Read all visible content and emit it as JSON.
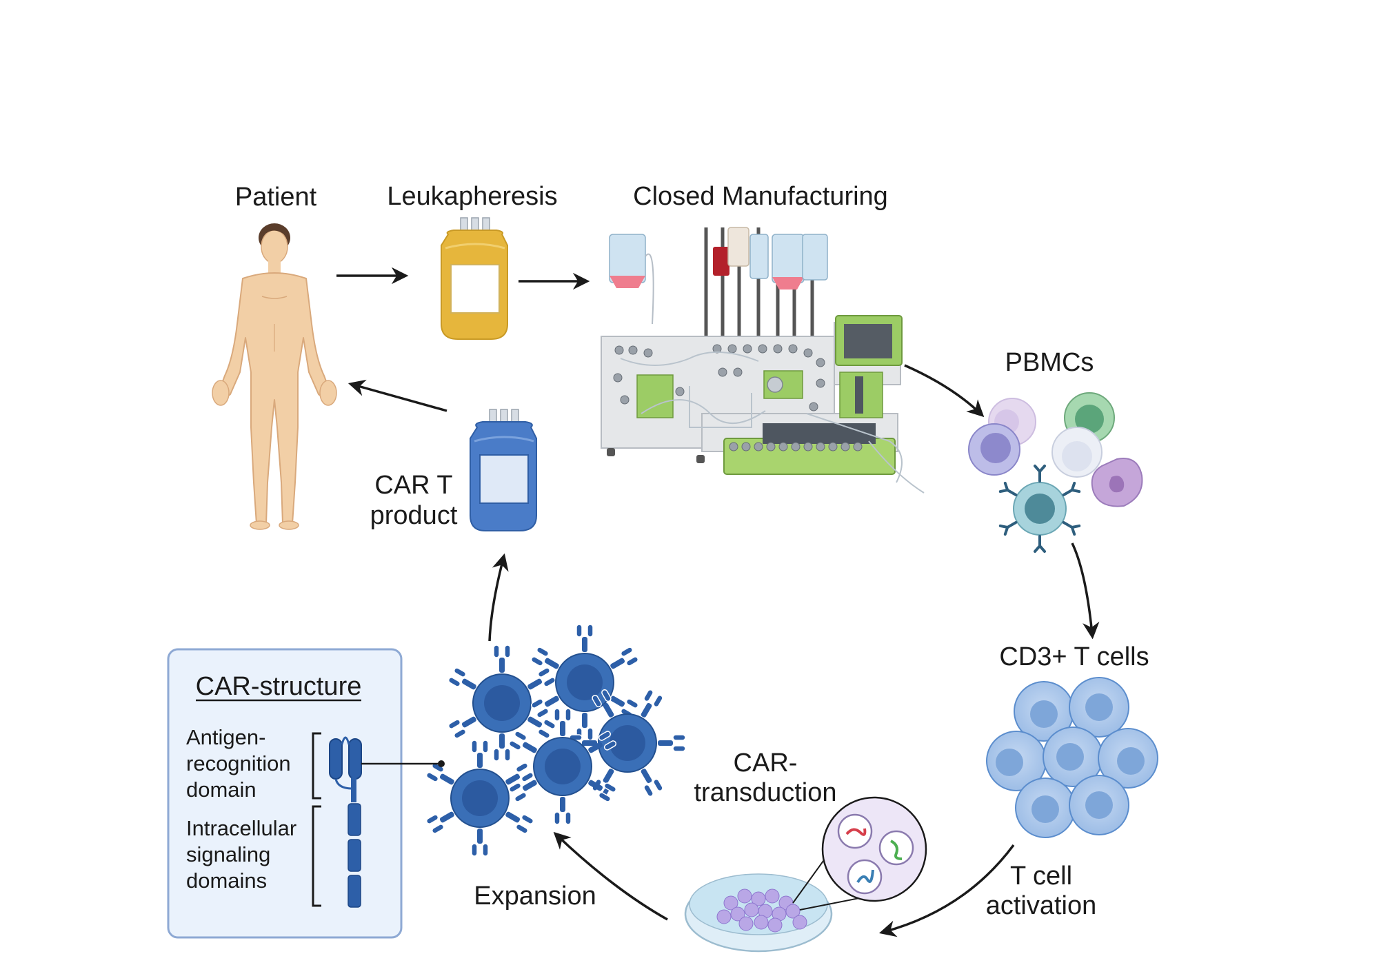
{
  "labels": {
    "patient": "Patient",
    "leukapheresis": "Leukapheresis",
    "closed_manufacturing": "Closed Manufacturing",
    "pbmcs": "PBMCs",
    "cd3_t_cells": "CD3+ T cells",
    "t_cell_activation": [
      "T cell",
      "activation"
    ],
    "car_transduction": [
      "CAR-",
      "transduction"
    ],
    "expansion": "Expansion",
    "car_t_product": [
      "CAR T",
      "product"
    ]
  },
  "car_structure": {
    "title": "CAR-structure",
    "antigen_domain": [
      "Antigen-",
      "recognition",
      "domain"
    ],
    "signaling_domains": [
      "Intracellular",
      "signaling",
      "domains"
    ]
  },
  "colors": {
    "skin": "#f2cfa6",
    "leuka_bag": "#e6b63c",
    "car_bag": "#4a7cc8",
    "t_cell": "#a9c6ec",
    "car_t_cell": "#3a6fb7",
    "car_box_bg": "#eaf2fc",
    "car_box_border": "#8ea9d4",
    "machine_green": "#9ccc65",
    "arrow": "#1a1a1a"
  }
}
